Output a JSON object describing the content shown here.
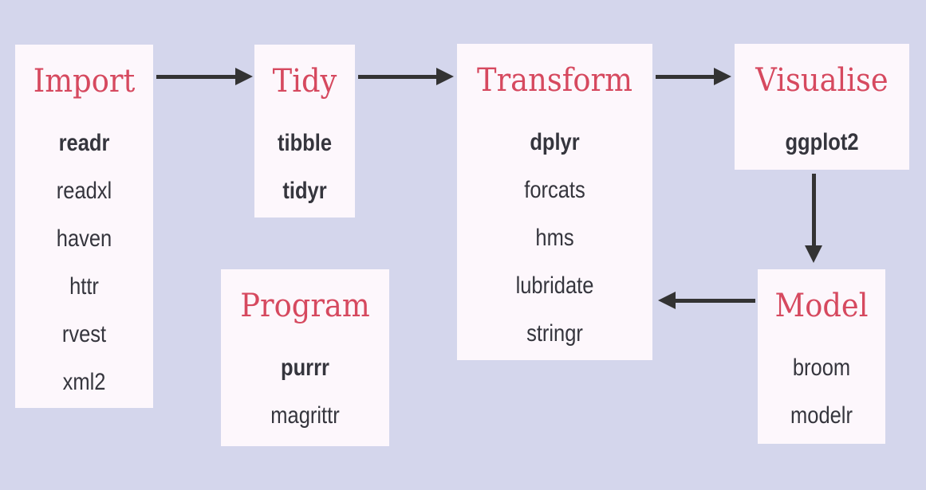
{
  "diagram": {
    "name": "tidyverse-workflow",
    "colors": {
      "background": "#d4d6ec",
      "box_fill": "#fdf7fc",
      "stage_title": "#d6495f",
      "package_text": "#35353d",
      "arrow": "#333333"
    },
    "boxes": [
      {
        "title": "Import",
        "packages": [
          {
            "name": "readr",
            "bold": true
          },
          {
            "name": "readxl",
            "bold": false
          },
          {
            "name": "haven",
            "bold": false
          },
          {
            "name": "httr",
            "bold": false
          },
          {
            "name": "rvest",
            "bold": false
          },
          {
            "name": "xml2",
            "bold": false
          }
        ]
      },
      {
        "title": "Tidy",
        "packages": [
          {
            "name": "tibble",
            "bold": true
          },
          {
            "name": "tidyr",
            "bold": true
          }
        ]
      },
      {
        "title": "Transform",
        "packages": [
          {
            "name": "dplyr",
            "bold": true
          },
          {
            "name": "forcats",
            "bold": false
          },
          {
            "name": "hms",
            "bold": false
          },
          {
            "name": "lubridate",
            "bold": false
          },
          {
            "name": "stringr",
            "bold": false
          }
        ]
      },
      {
        "title": "Visualise",
        "packages": [
          {
            "name": "ggplot2",
            "bold": true
          }
        ]
      },
      {
        "title": "Model",
        "packages": [
          {
            "name": "broom",
            "bold": false
          },
          {
            "name": "modelr",
            "bold": false
          }
        ]
      },
      {
        "title": "Program",
        "packages": [
          {
            "name": "purrr",
            "bold": true
          },
          {
            "name": "magrittr",
            "bold": false
          }
        ]
      }
    ],
    "arrows": [
      {
        "from": "Import",
        "to": "Tidy",
        "direction": "right"
      },
      {
        "from": "Tidy",
        "to": "Transform",
        "direction": "right"
      },
      {
        "from": "Transform",
        "to": "Visualise",
        "direction": "right"
      },
      {
        "from": "Visualise",
        "to": "Model",
        "direction": "down"
      },
      {
        "from": "Model",
        "to": "Transform",
        "direction": "left"
      }
    ]
  }
}
